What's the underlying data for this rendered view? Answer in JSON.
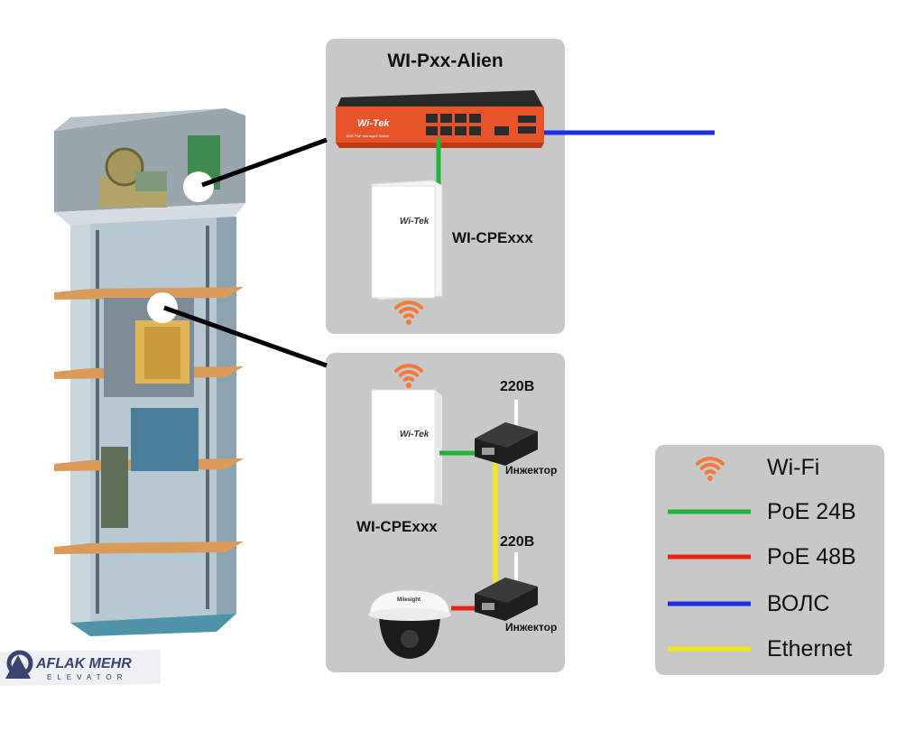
{
  "top_panel": {
    "title": "WI-Pxx-Alien",
    "switch_brand": "Wi-Tek",
    "switch_caption": "8GE PoE Managed Switch",
    "cpe_brand": "Wi-Tek",
    "cpe_label": "WI-CPExxx"
  },
  "bottom_panel": {
    "cpe_brand": "Wi-Tek",
    "cpe_label": "WI-CPExxx",
    "injector1": {
      "voltage": "220B",
      "label": "Инжектор"
    },
    "injector2": {
      "voltage": "220B",
      "label": "Инжектор"
    },
    "camera_brand": "Milesight"
  },
  "legend": {
    "items": [
      {
        "label": "Wi-Fi",
        "icon": "wifi-icon",
        "color": "#f47a3a"
      },
      {
        "label": "PoE 24B",
        "color": "#22b43a"
      },
      {
        "label": "PoE 48B",
        "color": "#e8231a"
      },
      {
        "label": "ВОЛС",
        "color": "#1a2fe0"
      },
      {
        "label": "Ethernet",
        "color": "#f2ea18"
      }
    ]
  },
  "logo": {
    "name": "AFLAK MEHR",
    "sub": "ELEVATOR"
  },
  "colors": {
    "poe24": "#22b43a",
    "poe48": "#e8231a",
    "fiber": "#1a2fe0",
    "ethernet": "#f2ea18",
    "wifi": "#f47a3a",
    "panel": "#c8c8c8"
  }
}
